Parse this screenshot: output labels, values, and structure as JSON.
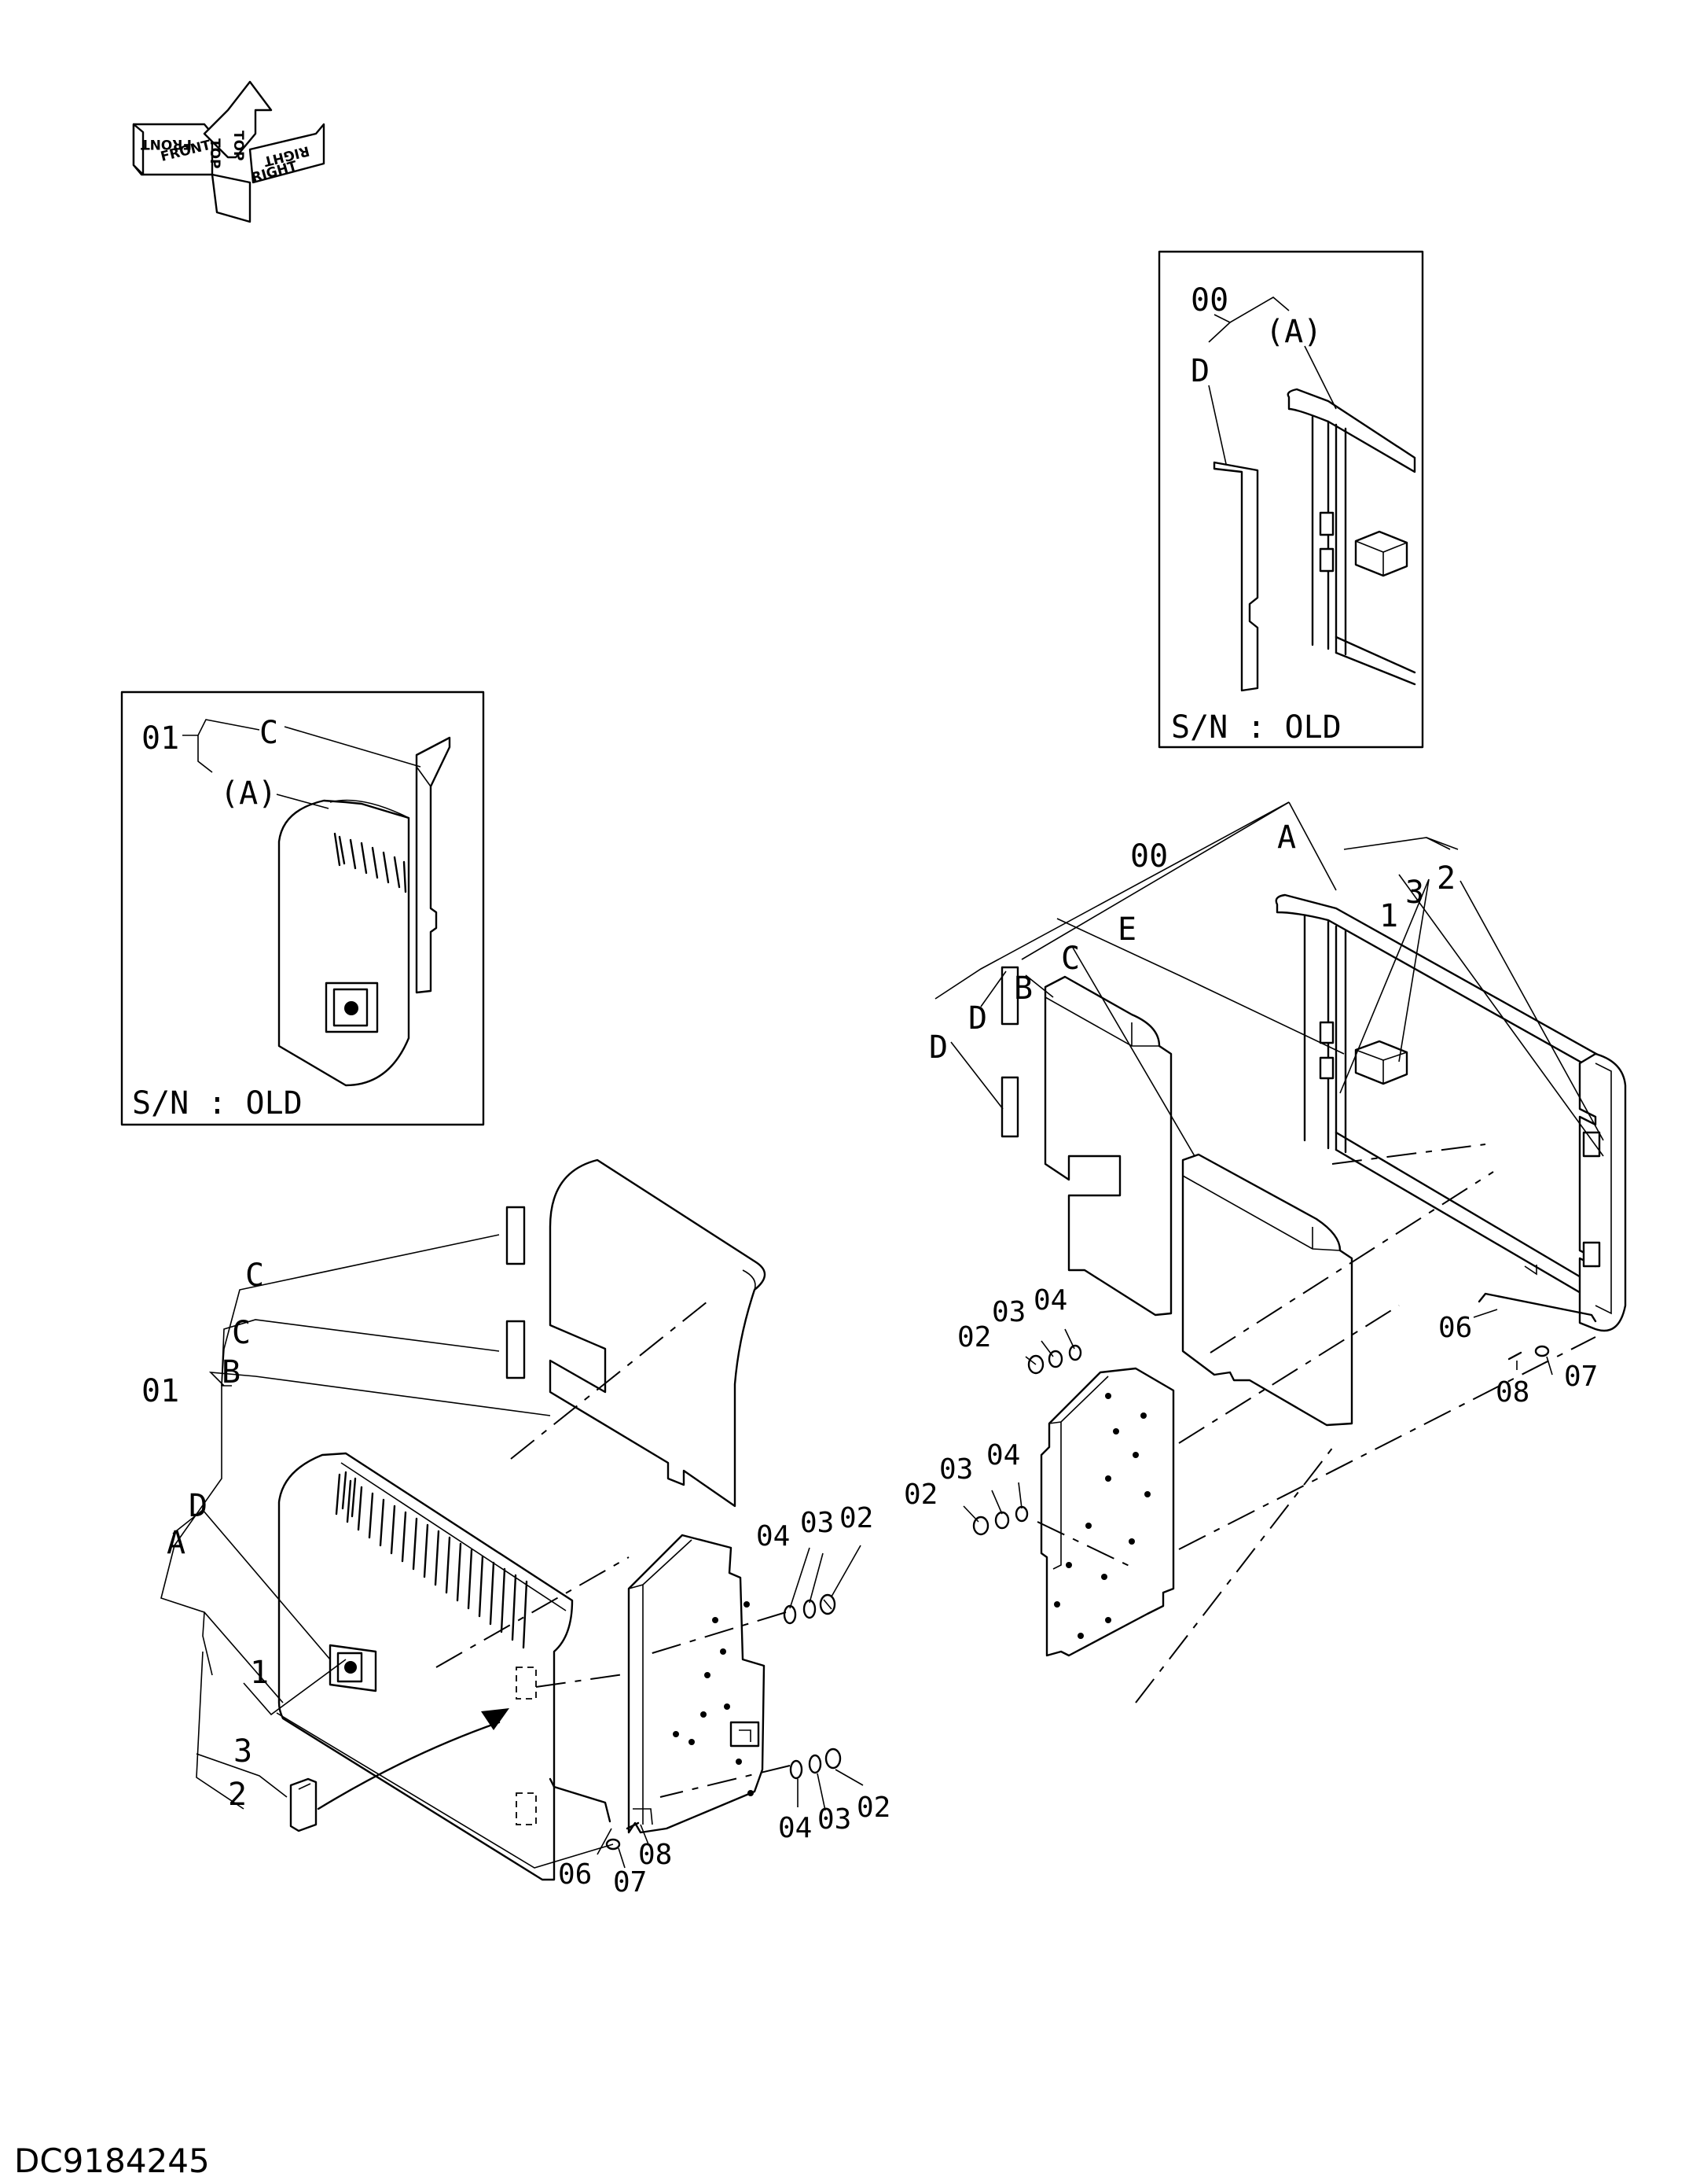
{
  "compass": {
    "front": "FRONT",
    "top": "TOP",
    "right": "RIGHT"
  },
  "inset_left": {
    "note": "S/N : OLD",
    "labels": [
      "01",
      "C",
      "(A)"
    ]
  },
  "inset_right": {
    "note": "S/N : OLD",
    "labels": [
      "00",
      "(A)",
      "D"
    ]
  },
  "left_assembly": {
    "labels": [
      "C",
      "C",
      "B",
      "01",
      "D",
      "A",
      "1",
      "3",
      "2",
      "04",
      "03",
      "02",
      "04",
      "03",
      "02",
      "06",
      "08",
      "07"
    ]
  },
  "right_assembly": {
    "labels": [
      "00",
      "A",
      "1",
      "3",
      "2",
      "E",
      "C",
      "B",
      "D",
      "D",
      "04",
      "03",
      "02",
      "04",
      "03",
      "02",
      "06",
      "07",
      "08"
    ]
  },
  "drawing_code": "DC9184245"
}
